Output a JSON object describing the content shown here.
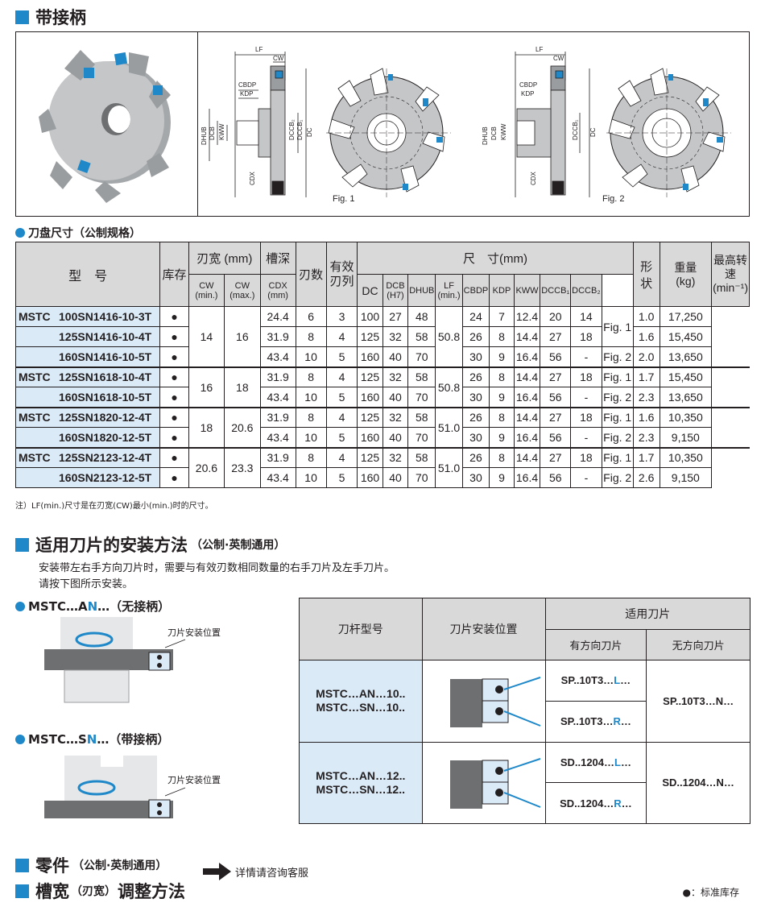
{
  "section_holder": {
    "title": "带接柄"
  },
  "figures": {
    "fig1": "Fig. 1",
    "fig2": "Fig. 2",
    "dims": [
      "LF",
      "CW",
      "CBDP",
      "KDP",
      "DHUB",
      "DCB",
      "KWW",
      "DCCB",
      "DC",
      "CDX",
      "DCCB₁"
    ]
  },
  "spec_heading": "刀盘尺寸（公制规格）",
  "spec_table": {
    "headers": {
      "model": "型　号",
      "stock": "库存",
      "cw": "刃宽 (mm)",
      "cw_min": "CW\n(min.)",
      "cw_max": "CW\n(max.)",
      "depth": "槽深",
      "cdx": "CDX\n(mm)",
      "teeth": "刃数",
      "eff": "有效\n刃列",
      "size": "尺　寸(mm)",
      "dc": "DC",
      "dcb": "DCB\n(H7)",
      "dhub": "DHUB",
      "lf": "LF\n(min.)",
      "cbdp": "CBDP",
      "kdp": "KDP",
      "kww": "KWW",
      "dccb1": "DCCB₁",
      "dccb2": "DCCB₂",
      "shape": "形状",
      "weight": "重量\n(kg)",
      "rpm": "最高转速\n(min⁻¹)"
    },
    "groups": [
      {
        "prefix": "MSTC",
        "cw_min": "14",
        "cw_max": "16",
        "lf": "50.8",
        "rows": [
          {
            "model": "100SN1416-10-3T",
            "stock": "●",
            "cdx": "24.4",
            "teeth": "6",
            "eff": "3",
            "dc": "100",
            "dcb": "27",
            "dhub": "48",
            "cbdp": "24",
            "kdp": "7",
            "kww": "12.4",
            "dccb1": "20",
            "dccb2": "14",
            "shape": "Fig. 1",
            "weight": "1.0",
            "rpm": "17,250"
          },
          {
            "model": "125SN1416-10-4T",
            "stock": "●",
            "cdx": "31.9",
            "teeth": "8",
            "eff": "4",
            "dc": "125",
            "dcb": "32",
            "dhub": "58",
            "cbdp": "26",
            "kdp": "8",
            "kww": "14.4",
            "dccb1": "27",
            "dccb2": "18",
            "shape": "",
            "weight": "1.6",
            "rpm": "15,450"
          },
          {
            "model": "160SN1416-10-5T",
            "stock": "●",
            "cdx": "43.4",
            "teeth": "10",
            "eff": "5",
            "dc": "160",
            "dcb": "40",
            "dhub": "70",
            "cbdp": "30",
            "kdp": "9",
            "kww": "16.4",
            "dccb1": "56",
            "dccb2": "-",
            "shape": "Fig. 2",
            "weight": "2.0",
            "rpm": "13,650"
          }
        ]
      },
      {
        "prefix": "MSTC",
        "cw_min": "16",
        "cw_max": "18",
        "lf": "50.8",
        "rows": [
          {
            "model": "125SN1618-10-4T",
            "stock": "●",
            "cdx": "31.9",
            "teeth": "8",
            "eff": "4",
            "dc": "125",
            "dcb": "32",
            "dhub": "58",
            "cbdp": "26",
            "kdp": "8",
            "kww": "14.4",
            "dccb1": "27",
            "dccb2": "18",
            "shape": "Fig. 1",
            "weight": "1.7",
            "rpm": "15,450"
          },
          {
            "model": "160SN1618-10-5T",
            "stock": "●",
            "cdx": "43.4",
            "teeth": "10",
            "eff": "5",
            "dc": "160",
            "dcb": "40",
            "dhub": "70",
            "cbdp": "30",
            "kdp": "9",
            "kww": "16.4",
            "dccb1": "56",
            "dccb2": "-",
            "shape": "Fig. 2",
            "weight": "2.3",
            "rpm": "13,650"
          }
        ]
      },
      {
        "prefix": "MSTC",
        "cw_min": "18",
        "cw_max": "20.6",
        "lf": "51.0",
        "rows": [
          {
            "model": "125SN1820-12-4T",
            "stock": "●",
            "cdx": "31.9",
            "teeth": "8",
            "eff": "4",
            "dc": "125",
            "dcb": "32",
            "dhub": "58",
            "cbdp": "26",
            "kdp": "8",
            "kww": "14.4",
            "dccb1": "27",
            "dccb2": "18",
            "shape": "Fig. 1",
            "weight": "1.6",
            "rpm": "10,350"
          },
          {
            "model": "160SN1820-12-5T",
            "stock": "●",
            "cdx": "43.4",
            "teeth": "10",
            "eff": "5",
            "dc": "160",
            "dcb": "40",
            "dhub": "70",
            "cbdp": "30",
            "kdp": "9",
            "kww": "16.4",
            "dccb1": "56",
            "dccb2": "-",
            "shape": "Fig. 2",
            "weight": "2.3",
            "rpm": "9,150"
          }
        ]
      },
      {
        "prefix": "MSTC",
        "cw_min": "20.6",
        "cw_max": "23.3",
        "lf": "51.0",
        "rows": [
          {
            "model": "125SN2123-12-4T",
            "stock": "●",
            "cdx": "31.9",
            "teeth": "8",
            "eff": "4",
            "dc": "125",
            "dcb": "32",
            "dhub": "58",
            "cbdp": "26",
            "kdp": "8",
            "kww": "14.4",
            "dccb1": "27",
            "dccb2": "18",
            "shape": "Fig. 1",
            "weight": "1.7",
            "rpm": "10,350"
          },
          {
            "model": "160SN2123-12-5T",
            "stock": "●",
            "cdx": "43.4",
            "teeth": "10",
            "eff": "5",
            "dc": "160",
            "dcb": "40",
            "dhub": "70",
            "cbdp": "30",
            "kdp": "9",
            "kww": "16.4",
            "dccb1": "56",
            "dccb2": "-",
            "shape": "Fig. 2",
            "weight": "2.6",
            "rpm": "9,150"
          }
        ]
      }
    ]
  },
  "note": "注）LF(min.)尺寸是在刃宽(CW)最小(min.)时的尺寸。",
  "install": {
    "title": "适用刀片的安装方法",
    "title_small": "（公制·英制通用）",
    "para1": "安装带左右手方向刀片时，需要与有效刃数相同数量的右手刀片及左手刀片。",
    "para2": "请按下图所示安装。",
    "an_head_a": "MSTC…A",
    "an_head_b": "N",
    "an_head_c": "…（无接柄）",
    "sn_head_a": "MSTC…S",
    "sn_head_b": "N",
    "sn_head_c": "…（带接柄）",
    "pos_label": "刀片安装位置",
    "table": {
      "h_holder": "刀杆型号",
      "h_pos": "刀片安装位置",
      "h_insert": "适用刀片",
      "h_dir": "有方向刀片",
      "h_nodir": "无方向刀片",
      "r1_holder": "MSTC…AN…10..\nMSTC…SN…10..",
      "r1_l_a": "SP..10T3…",
      "r1_l_b": "L",
      "r1_l_c": "…",
      "r1_r_a": "SP..10T3…",
      "r1_r_b": "R",
      "r1_r_c": "…",
      "r1_n": "SP..10T3…N…",
      "r2_holder": "MSTC…AN…12..\nMSTC…SN…12..",
      "r2_l_a": "SD..1204…",
      "r2_l_b": "L",
      "r2_l_c": "…",
      "r2_r_a": "SD..1204…",
      "r2_r_b": "R",
      "r2_r_c": "…",
      "r2_n": "SD..1204…N…"
    }
  },
  "parts": {
    "title": "零件",
    "title_small": "（公制·英制通用）",
    "detail": "详情请咨询客服"
  },
  "slot": {
    "title_a": "槽宽",
    "title_small": "（刃宽）",
    "title_b": "调整方法"
  },
  "legend": "●：标准库存",
  "colors": {
    "accent": "#1e88c9",
    "light_blue": "#dbeaf7",
    "header_gray": "#d9d9d9"
  }
}
